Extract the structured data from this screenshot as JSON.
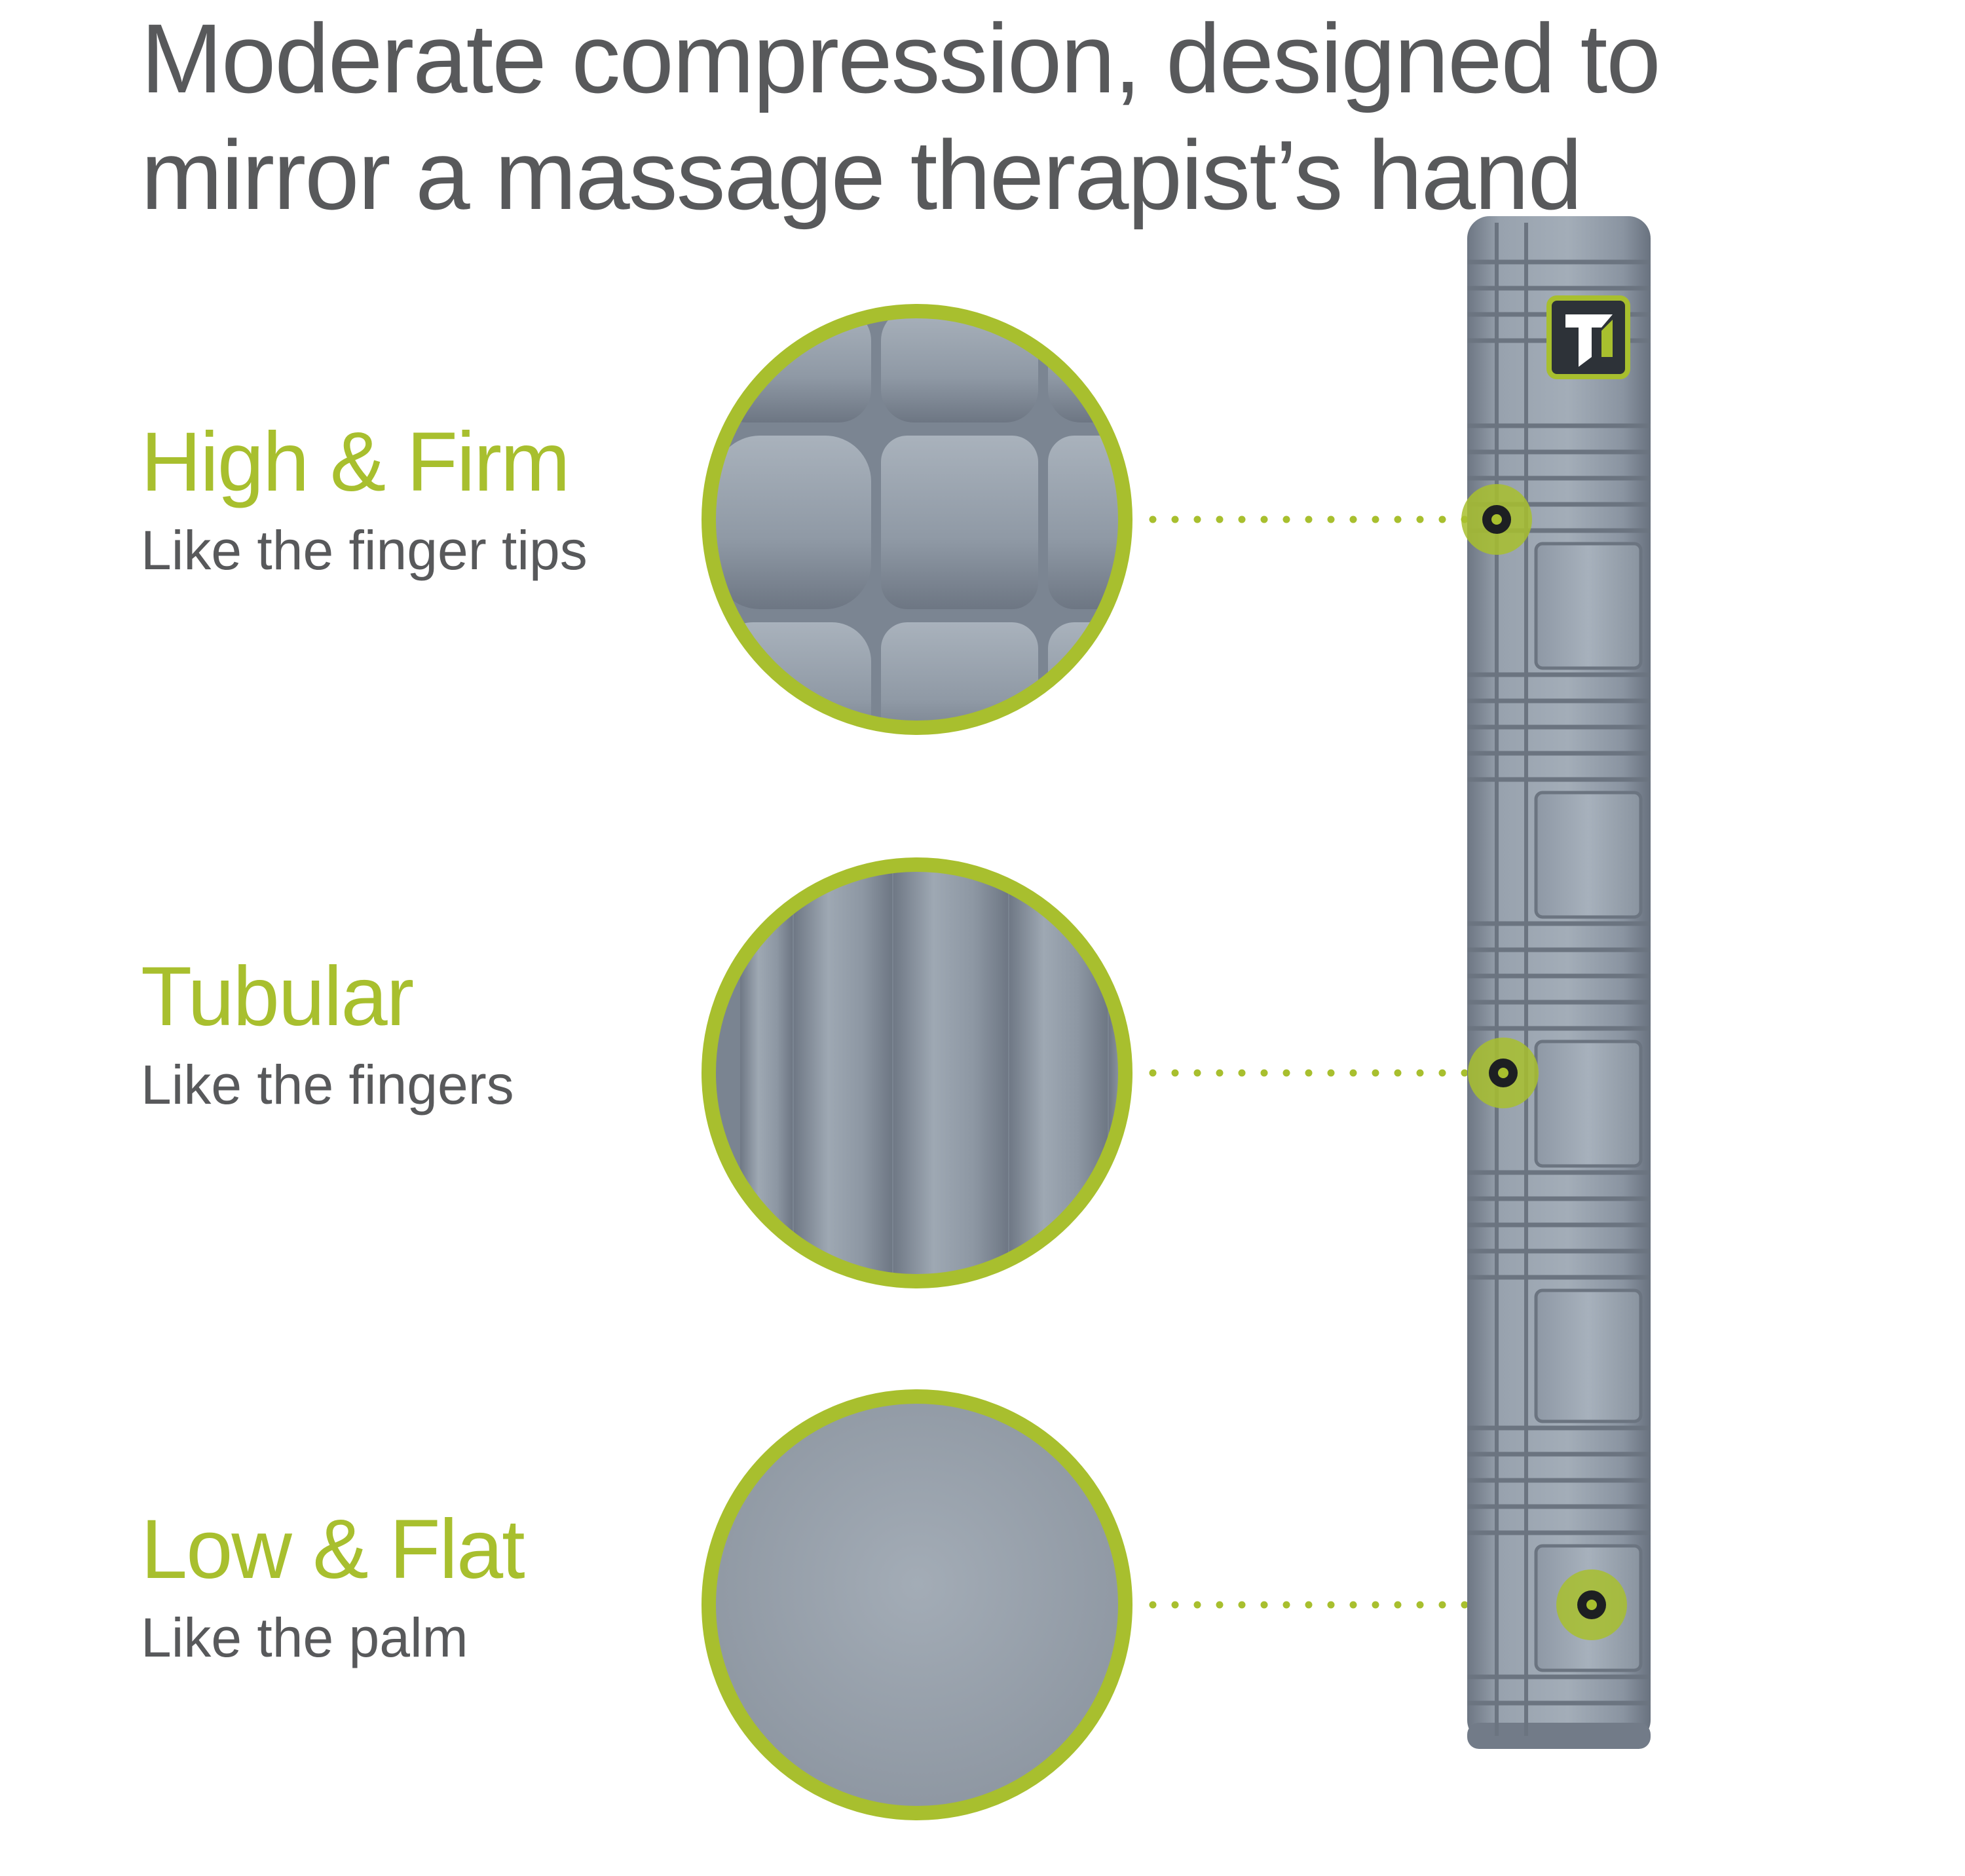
{
  "headline": {
    "line1": "Moderate compression, designed to",
    "line2": "mirror a massage therapist’s hand"
  },
  "features": [
    {
      "title": "High & Firm",
      "description": "Like the finger tips",
      "texture": "raised-grid"
    },
    {
      "title": "Tubular",
      "description": "Like the fingers",
      "texture": "vertical-tubes"
    },
    {
      "title": "Low & Flat",
      "description": "Like the palm",
      "texture": "flat"
    }
  ],
  "colors": {
    "accent": "#a8bf2e",
    "text": "#58595b",
    "roller": "#8c96a3"
  },
  "logo": {
    "name": "triggerpoint-logo-icon"
  }
}
